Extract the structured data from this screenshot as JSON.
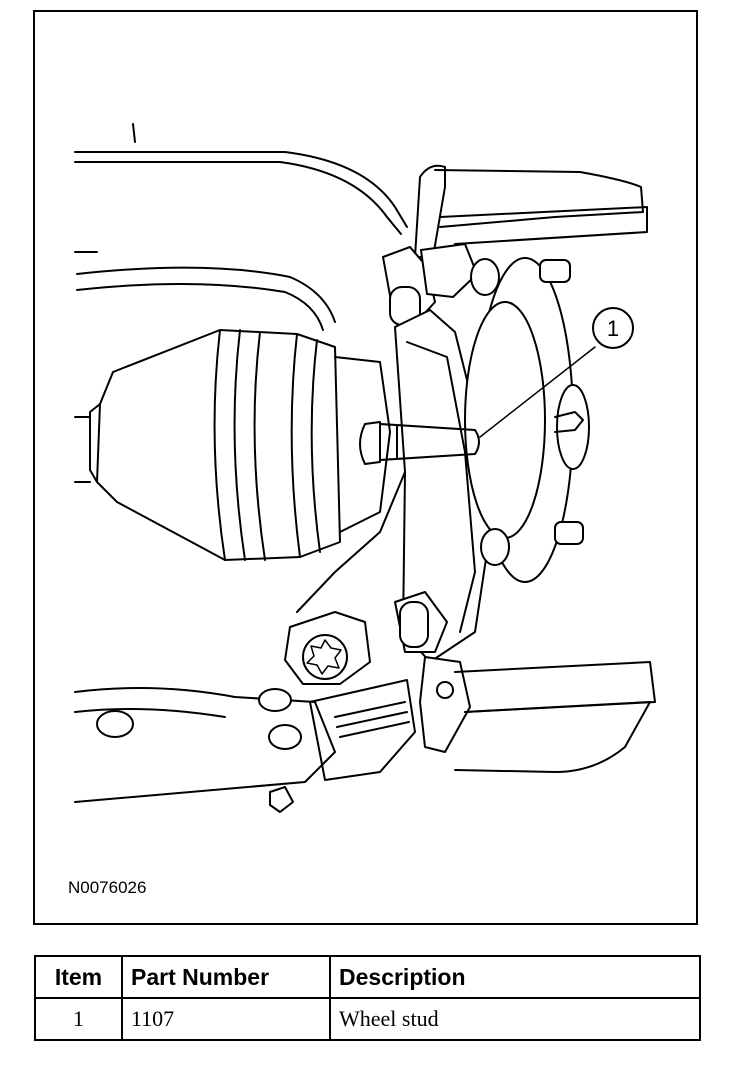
{
  "figure": {
    "id": "N0076026",
    "callouts": [
      {
        "number": "1",
        "target": "wheel stud"
      }
    ]
  },
  "table": {
    "headers": [
      "Item",
      "Part Number",
      "Description"
    ],
    "rows": [
      {
        "item": "1",
        "part_number": "1107",
        "description": "Wheel stud"
      }
    ]
  }
}
